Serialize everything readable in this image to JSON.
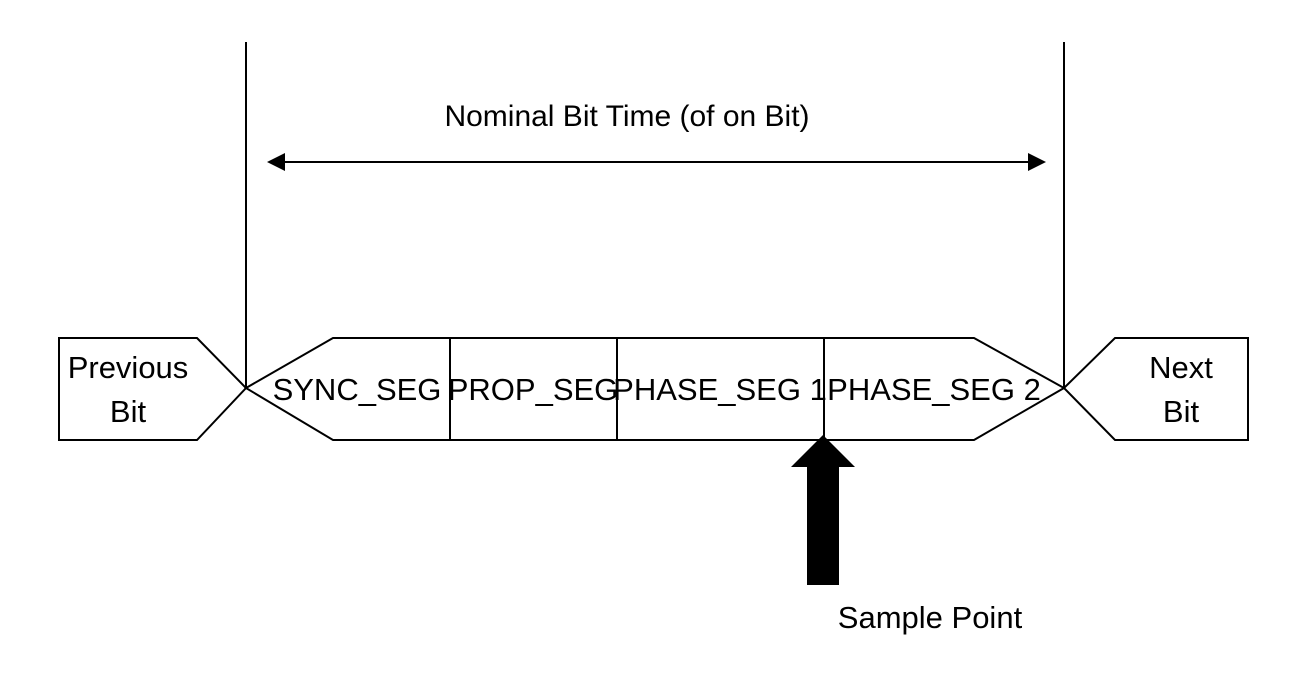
{
  "diagram": {
    "title": "Nominal Bit Time (of on Bit)",
    "previous_bit": {
      "line1": "Previous",
      "line2": "Bit"
    },
    "next_bit": {
      "line1": "Next",
      "line2": "Bit"
    },
    "segments": [
      {
        "label": "SYNC_SEG"
      },
      {
        "label": "PROP_SEG"
      },
      {
        "label": "PHASE_SEG 1"
      },
      {
        "label": "PHASE_SEG 2"
      }
    ],
    "sample_point_label": "Sample Point",
    "colors": {
      "stroke": "#000000",
      "background": "#ffffff"
    }
  }
}
